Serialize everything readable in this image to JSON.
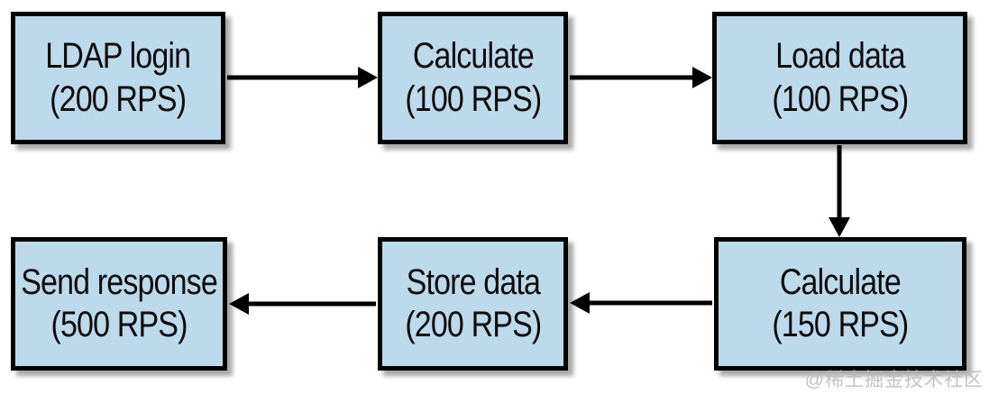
{
  "diagram": {
    "type": "flowchart",
    "colors": {
      "box_fill": "#bdd9ec",
      "box_border": "#000000",
      "arrow": "#000000",
      "background": "#ffffff",
      "watermark_text": "#b9b9b9"
    },
    "nodes": [
      {
        "id": "ldap-login",
        "title": "LDAP login",
        "rate": "(200 RPS)"
      },
      {
        "id": "calculate-1",
        "title": "Calculate",
        "rate": "(100 RPS)"
      },
      {
        "id": "load-data",
        "title": "Load data",
        "rate": "(100 RPS)"
      },
      {
        "id": "send-response",
        "title": "Send response",
        "rate": "(500 RPS)"
      },
      {
        "id": "store-data",
        "title": "Store data",
        "rate": "(200 RPS)"
      },
      {
        "id": "calculate-2",
        "title": "Calculate",
        "rate": "(150 RPS)"
      }
    ],
    "edges": [
      {
        "from": "ldap-login",
        "to": "calculate-1",
        "direction": "right"
      },
      {
        "from": "calculate-1",
        "to": "load-data",
        "direction": "right"
      },
      {
        "from": "load-data",
        "to": "calculate-2",
        "direction": "down"
      },
      {
        "from": "calculate-2",
        "to": "store-data",
        "direction": "left"
      },
      {
        "from": "store-data",
        "to": "send-response",
        "direction": "left"
      }
    ],
    "watermark": "@稀土掘金技术社区"
  }
}
